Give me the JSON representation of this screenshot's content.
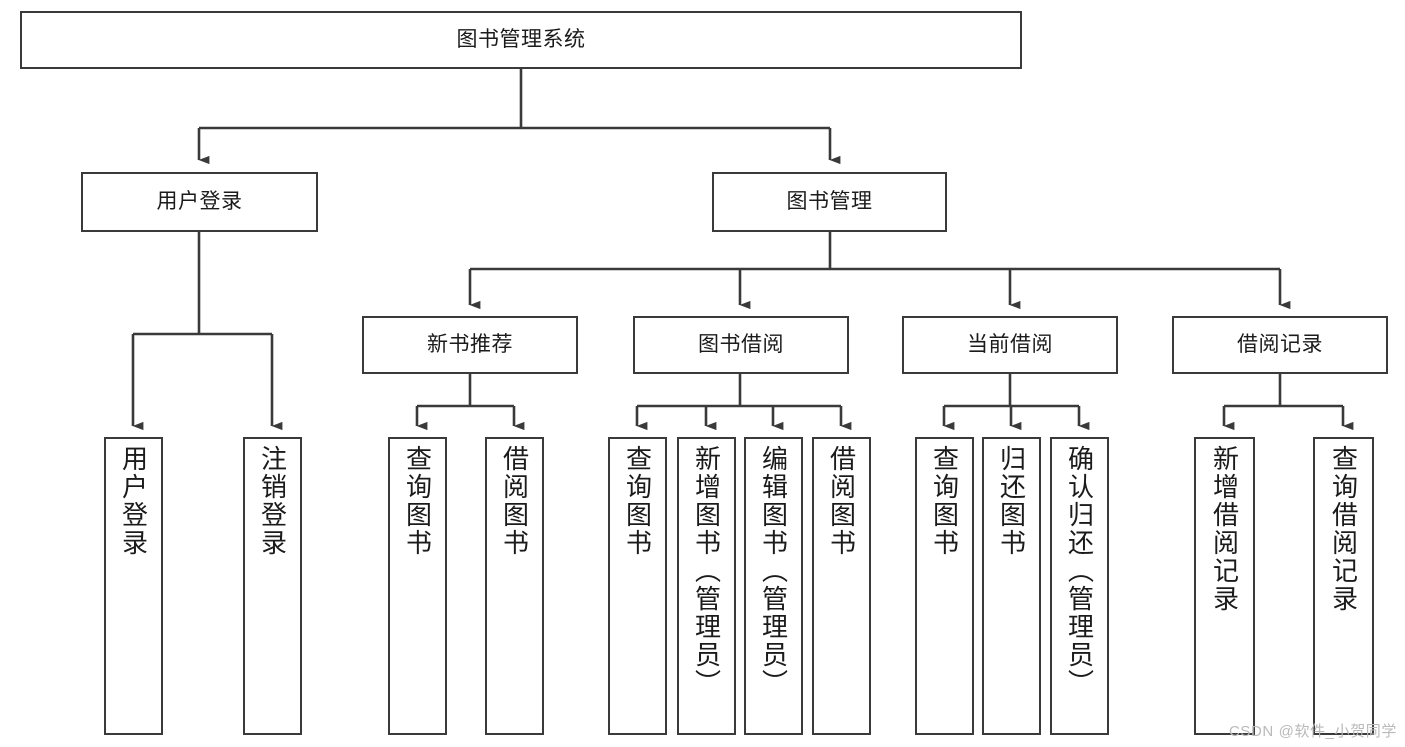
{
  "diagram": {
    "title": "图书管理系统",
    "type": "hierarchy-tree",
    "watermark": "CSDN @软件_小贺同学",
    "colors": {
      "box_border": "#3a3a3a",
      "box_fill": "#ffffff",
      "edge": "#3a3a3a",
      "text": "#1b1b1b",
      "watermark": "#b9b9b9"
    },
    "levels": {
      "root": "图书管理系统",
      "level2": [
        "用户登录",
        "图书管理"
      ],
      "level3": [
        "新书推荐",
        "图书借阅",
        "当前借阅",
        "借阅记录"
      ]
    },
    "nodes": {
      "root": {
        "label": "图书管理系统"
      },
      "user_login": {
        "label": "用户登录"
      },
      "book_manage": {
        "label": "图书管理"
      },
      "new_book_rec": {
        "label": "新书推荐"
      },
      "book_borrow": {
        "label": "图书借阅"
      },
      "current_borrow": {
        "label": "当前借阅"
      },
      "borrow_record": {
        "label": "借阅记录"
      },
      "leaf_user_login": {
        "label": "用户登录"
      },
      "leaf_logout": {
        "label": "注销登录"
      },
      "leaf_query_book_a": {
        "label": "查询图书"
      },
      "leaf_borrow_book_a": {
        "label": "借阅图书"
      },
      "leaf_query_book_b": {
        "label": "查询图书"
      },
      "leaf_add_book": {
        "label": "新增图书（管理员）"
      },
      "leaf_edit_book": {
        "label": "编辑图书（管理员）"
      },
      "leaf_borrow_book_b": {
        "label": "借阅图书"
      },
      "leaf_query_book_c": {
        "label": "查询图书"
      },
      "leaf_return_book": {
        "label": "归还图书"
      },
      "leaf_confirm_return": {
        "label": "确认归还（管理员）"
      },
      "leaf_add_record": {
        "label": "新增借阅记录"
      },
      "leaf_query_record": {
        "label": "查询借阅记录"
      }
    }
  }
}
